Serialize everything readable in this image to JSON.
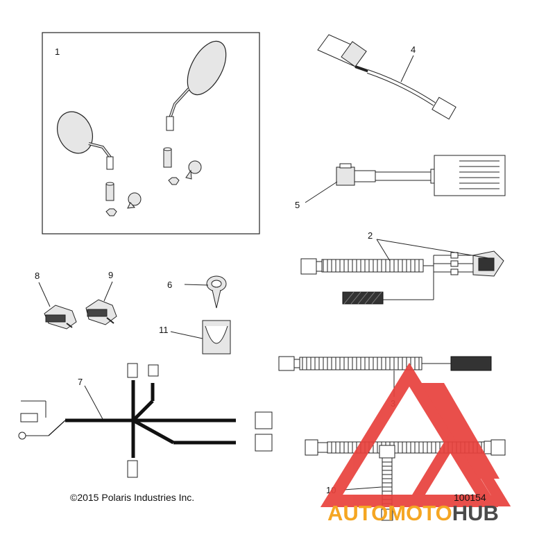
{
  "callouts": [
    {
      "id": "1",
      "text": "1"
    },
    {
      "id": "2",
      "text": "2"
    },
    {
      "id": "3",
      "text": "3"
    },
    {
      "id": "4",
      "text": "4"
    },
    {
      "id": "5",
      "text": "5"
    },
    {
      "id": "6",
      "text": "6"
    },
    {
      "id": "7",
      "text": "7"
    },
    {
      "id": "8",
      "text": "8"
    },
    {
      "id": "9",
      "text": "9"
    },
    {
      "id": "10",
      "text": "10"
    },
    {
      "id": "11",
      "text": "11"
    }
  ],
  "copyright": "©2015 Polaris Industries Inc.",
  "reference_number": "100154",
  "watermark": {
    "brand_orange": "AUTOMOTO",
    "brand_dark": "HUB",
    "colors": {
      "red": "#e8413c",
      "orange": "#f5a623",
      "dark": "#4a4a4a"
    }
  },
  "colors": {
    "line": "#222222",
    "harness": "#111111",
    "part_fill": "#e6e6e6"
  }
}
